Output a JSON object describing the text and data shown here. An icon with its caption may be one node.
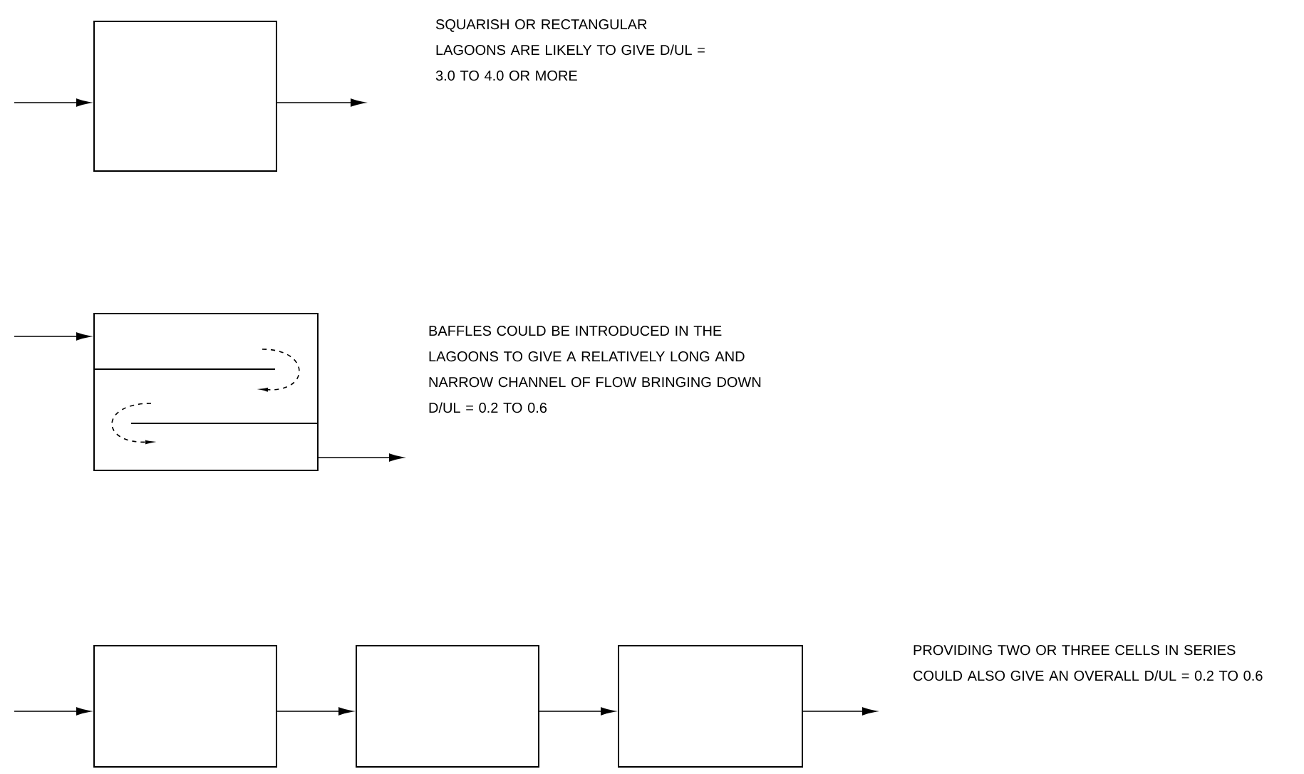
{
  "diagram": {
    "nodes": [
      {
        "text": [],
        "shape": "box"
      },
      {
        "text": [],
        "shape": "box"
      },
      {
        "text": [],
        "shape": "box"
      },
      {
        "text": [],
        "shape": "box"
      },
      {
        "text": [],
        "shape": "box"
      }
    ],
    "edges": [
      {
        "from": null,
        "to": 0,
        "arrow": "to"
      },
      {
        "from": 0,
        "to": null,
        "arrow": "to"
      },
      {
        "from": null,
        "to": 1,
        "arrow": "to"
      },
      {
        "from": 1,
        "to": null,
        "arrow": "to"
      },
      {
        "from": null,
        "to": 2,
        "arrow": "to"
      },
      {
        "from": 2,
        "to": 3,
        "arrow": "to"
      },
      {
        "from": 3,
        "to": 4,
        "arrow": "to"
      },
      {
        "from": 4,
        "to": null,
        "arrow": "to"
      }
    ],
    "labels": [
      "SQUARISH OR RECTANGULAR LAGOONS ARE LIKELY TO GIVE D/UL = 3.0 TO 4.0 OR MORE",
      "BAFFLES COULD BE INTRODUCED IN THE LAGOONS TO GIVE A RELATIVELY LONG AND NARROW CHANNEL OF FLOW BRINGING DOWN D/UL = 0.2 TO 0.6",
      "PROVIDING TWO OR THREE CELLS IN SERIES COULD ALSO GIVE AN OVERALL D/UL = 0.2 TO 0.6"
    ]
  }
}
